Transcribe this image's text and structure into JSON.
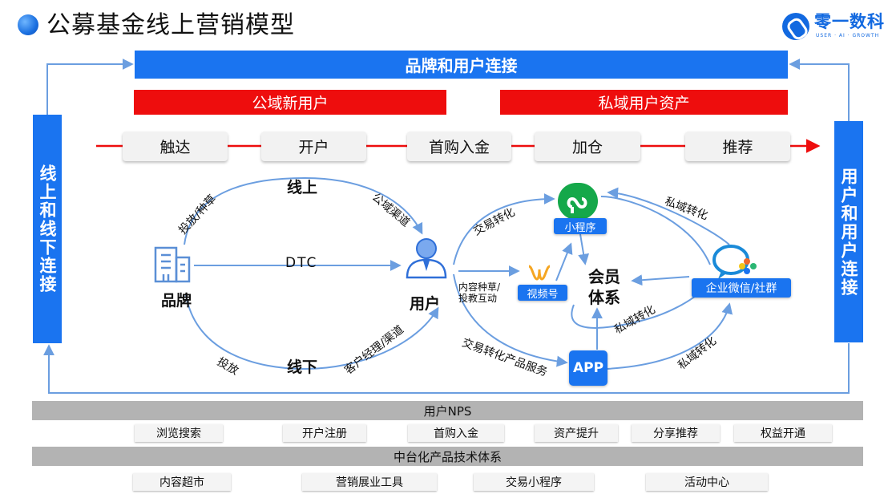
{
  "header": {
    "title": "公募基金线上营销模型",
    "logo_text": "零一数科",
    "logo_sub": "USER · AI · GROWTH"
  },
  "top_bar": "品牌和用户连接",
  "left_bar": "线上和线下连接",
  "right_bar": "用户和用户连接",
  "segments": {
    "public": "公域新用户",
    "private": "私域用户资产"
  },
  "stages": [
    "触达",
    "开户",
    "首购入金",
    "加仓",
    "推荐"
  ],
  "diagram": {
    "brand": "品牌",
    "user": "用户",
    "online": "线上",
    "offline": "线下",
    "dtc": "DTC",
    "invest_seed": "投放/种草",
    "public_channel": "公域渠道",
    "invest": "投放",
    "manager_channel": "客户经理/渠道",
    "trade_conversion": "交易转化",
    "content_seed": "内容种草/",
    "invest_interact": "投教互动",
    "trade_product_service": "交易转化产品服务",
    "private_conv_1": "私域转化",
    "private_conv_2": "私域转化",
    "private_conv_3": "私域转化",
    "mini_program": "小程序",
    "video": "视频号",
    "member_1": "会员",
    "member_2": "体系",
    "wecom": "企业微信/社群",
    "app": "APP"
  },
  "nps_bar": "用户NPS",
  "nps_items": [
    "浏览搜索",
    "开户注册",
    "首购入金",
    "资产提升",
    "分享推荐",
    "权益开通"
  ],
  "platform_bar": "中台化产品技术体系",
  "platform_items": [
    "内容超市",
    "营销展业工具",
    "交易小程序",
    "活动中心"
  ],
  "colors": {
    "blue": "#1a74f0",
    "red": "#ee0d0d",
    "arrow_blue": "#6b9ee0",
    "gray": "#b3b3b3"
  }
}
